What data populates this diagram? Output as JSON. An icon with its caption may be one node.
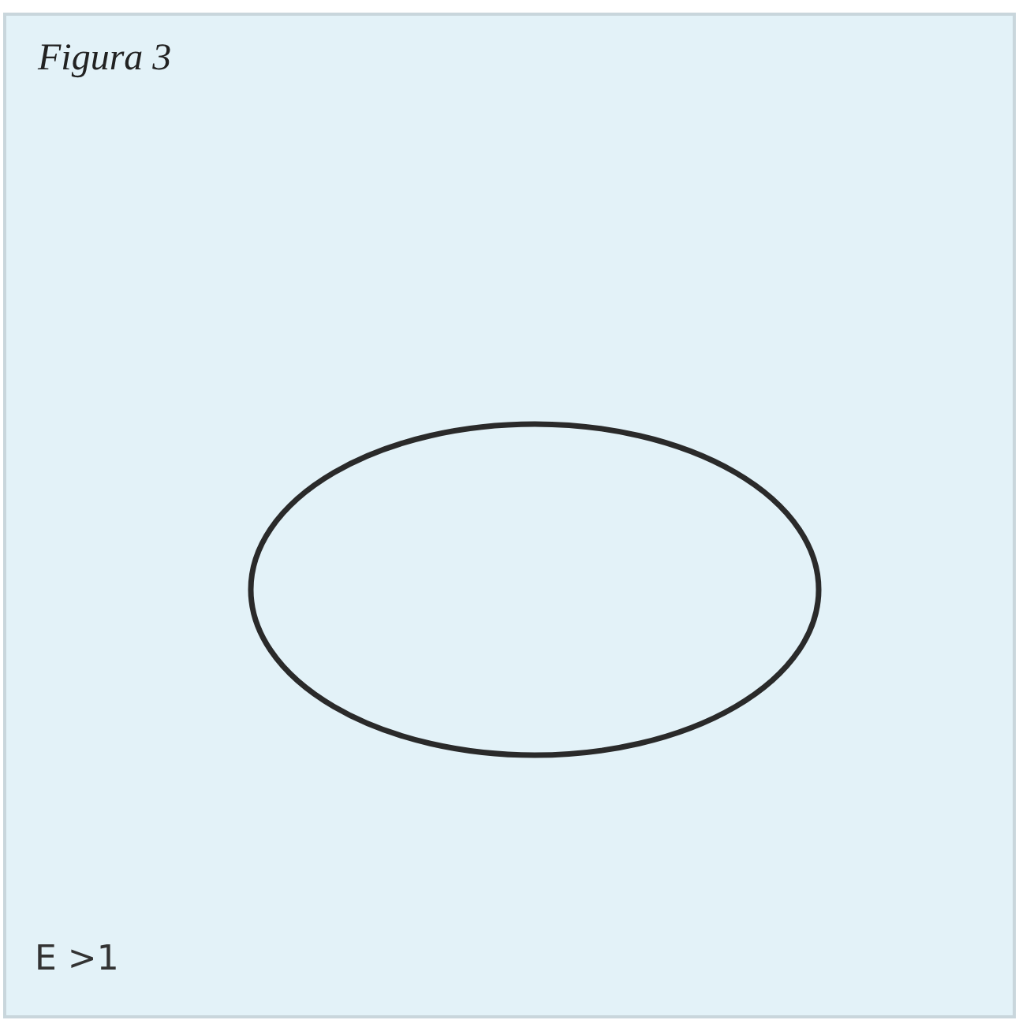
{
  "diagram": {
    "title": "Figura 3",
    "nodes": [
      {
        "text": [],
        "shape": "ellipse"
      }
    ],
    "labels": [
      "E >1"
    ]
  }
}
